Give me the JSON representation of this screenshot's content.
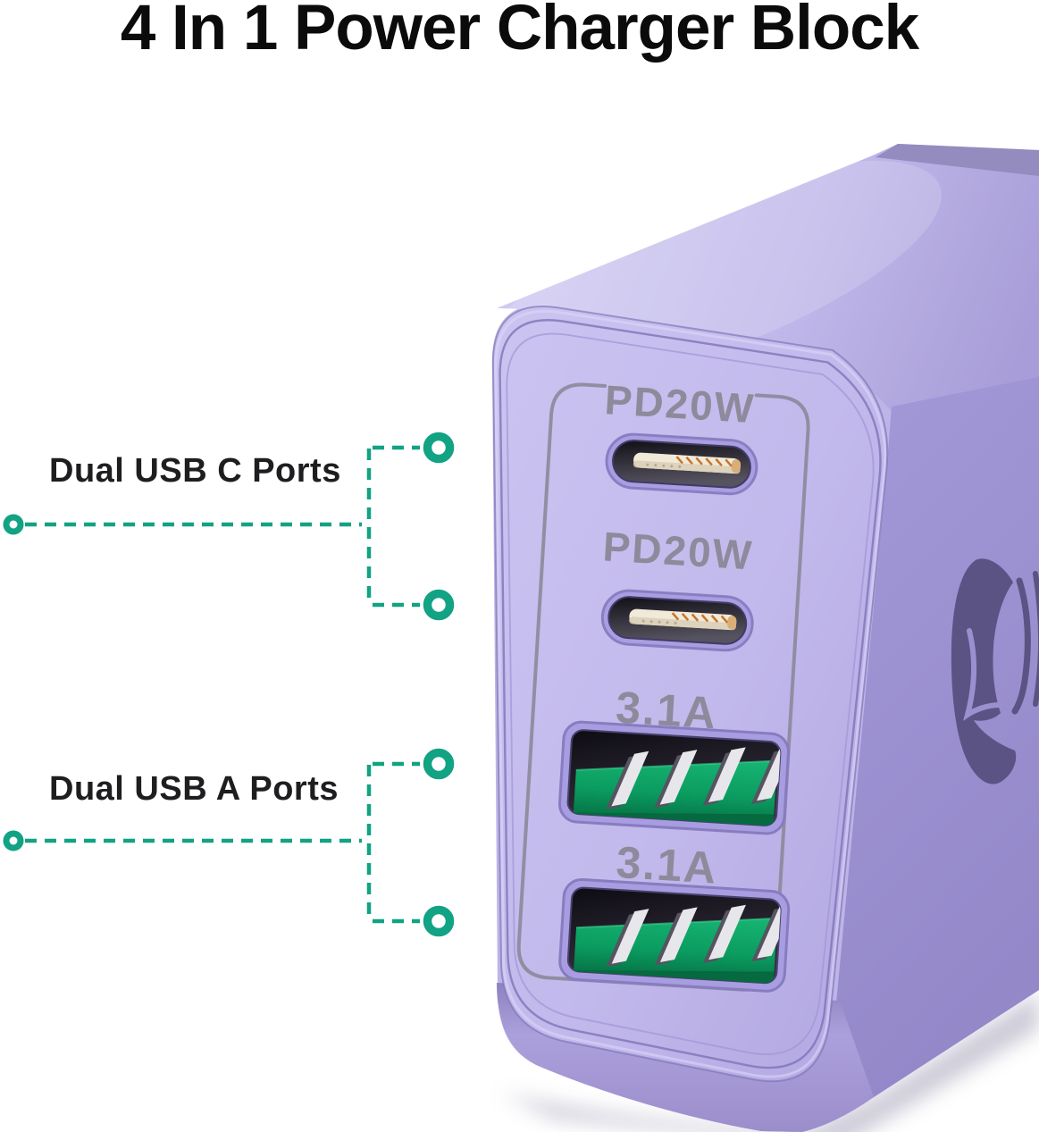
{
  "title": "4 In 1 Power Charger Block",
  "callouts": {
    "usb_c": {
      "label": "Dual USB C Ports"
    },
    "usb_a": {
      "label": "Dual USB A Ports"
    }
  },
  "charger": {
    "ports": [
      {
        "type": "usb-c",
        "label": "PD20W"
      },
      {
        "type": "usb-c",
        "label": "PD20W"
      },
      {
        "type": "usb-a",
        "label": "3.1A"
      },
      {
        "type": "usb-a",
        "label": "3.1A"
      }
    ]
  },
  "colors": {
    "accent_teal": "#12A284",
    "title_text": "#0B0B0C",
    "callout_text": "#1E1E20",
    "body_purple": "#C1B8EB",
    "engraving_gray": "#8C8899",
    "usb_a_green": "#0CA163",
    "logo_purple": "#5B5383"
  }
}
